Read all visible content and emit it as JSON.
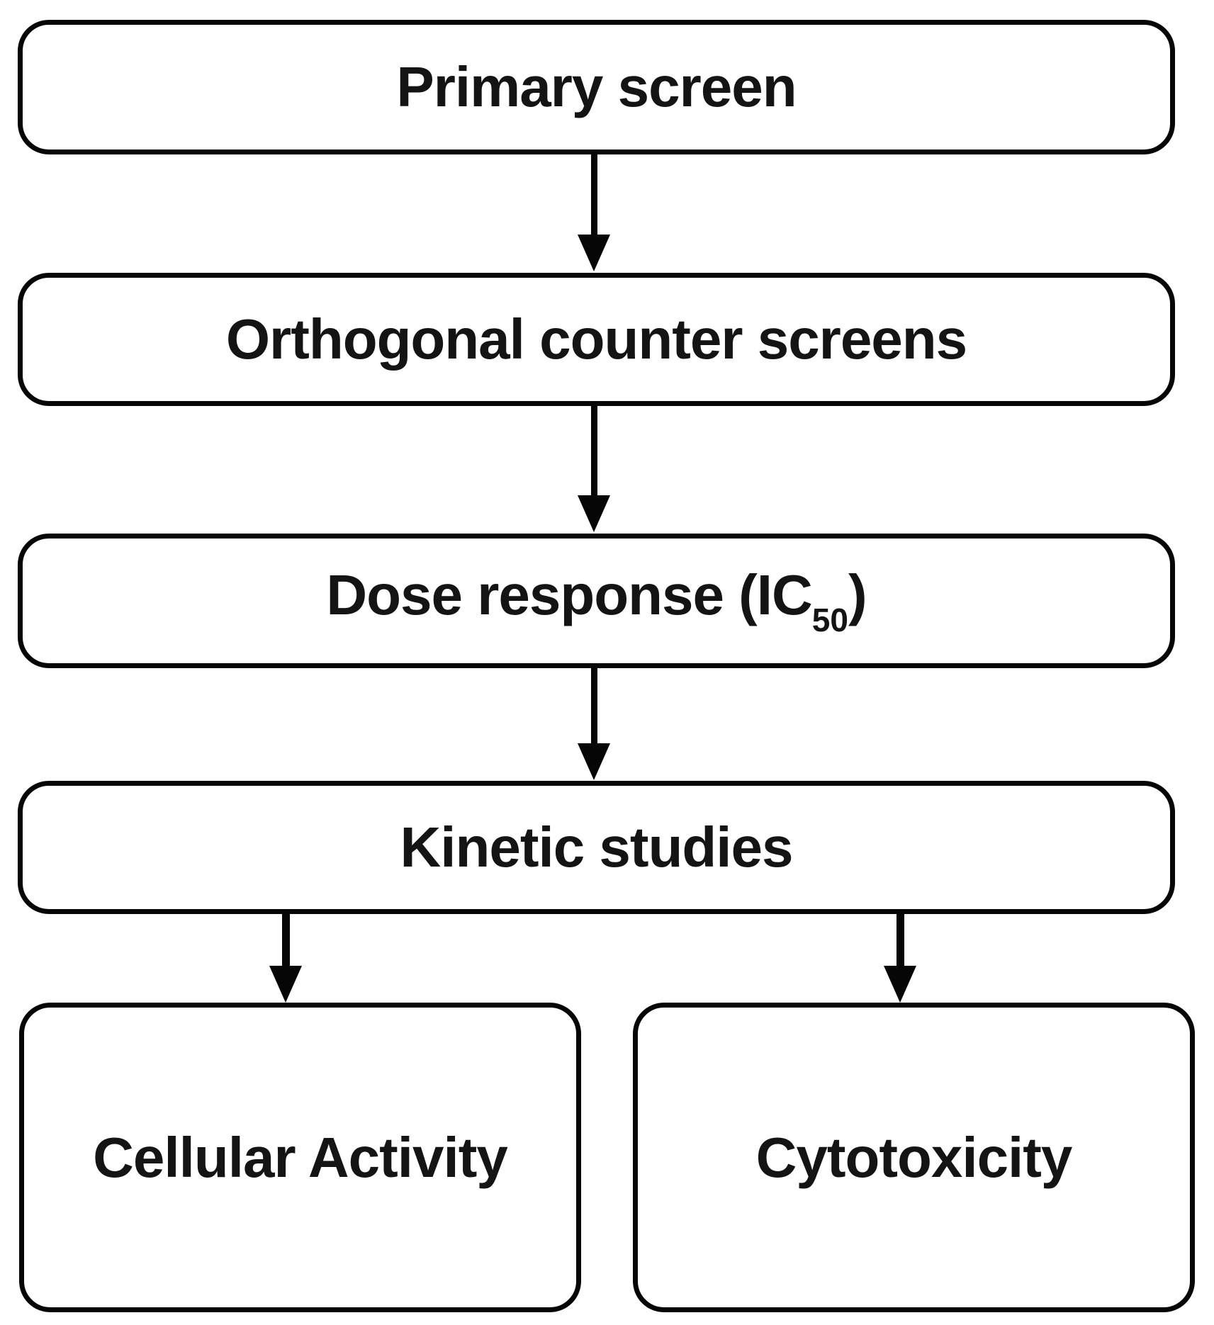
{
  "colors": {
    "background": "#ffffff",
    "node_fill": "#ffffff",
    "node_border": "#060606",
    "text": "#141414"
  },
  "flowchart": {
    "nodes": {
      "primary_screen": {
        "label": "Primary screen"
      },
      "orthogonal_counter_screens": {
        "label": "Orthogonal counter screens"
      },
      "dose_response": {
        "prefix": "Dose response (IC",
        "subscript": "50",
        "suffix": ")"
      },
      "kinetic_studies": {
        "label": "Kinetic studies"
      },
      "cellular_activity": {
        "label": "Cellular Activity"
      },
      "cytotoxicity": {
        "label": "Cytotoxicity"
      }
    },
    "edges": [
      {
        "from": "primary_screen",
        "to": "orthogonal_counter_screens"
      },
      {
        "from": "orthogonal_counter_screens",
        "to": "dose_response"
      },
      {
        "from": "dose_response",
        "to": "kinetic_studies"
      },
      {
        "from": "kinetic_studies",
        "to": "cellular_activity"
      },
      {
        "from": "kinetic_studies",
        "to": "cytotoxicity"
      }
    ]
  }
}
